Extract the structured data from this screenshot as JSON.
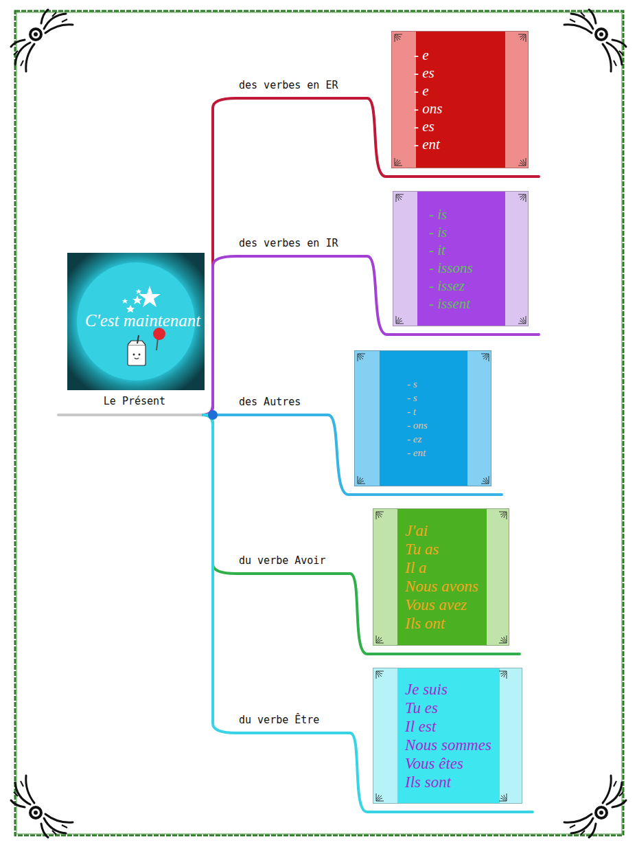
{
  "diagram": {
    "nodes": [
      {
        "text": [
          "C'est maintenant",
          "Le Présent"
        ]
      },
      {
        "text": [
          "- e",
          "- es",
          "- e",
          "- ons",
          "- es",
          "- ent"
        ]
      },
      {
        "text": [
          "- is",
          "- is",
          "- it",
          "- issons",
          "- issez",
          "- issent"
        ]
      },
      {
        "text": [
          "- s",
          "- s",
          "- t",
          "- ons",
          "- ez",
          "- ent"
        ]
      },
      {
        "text": [
          "J'ai",
          "Tu as",
          "Il a",
          "Nous avons",
          "Vous avez",
          "Ils ont"
        ]
      },
      {
        "text": [
          "Je suis",
          "Tu es",
          "Il est",
          "Nous sommes",
          "Vous êtes",
          "Ils sont"
        ]
      }
    ],
    "edges": [
      {
        "from": 0,
        "to": 1,
        "arrow": "none",
        "label": "des verbes en ER"
      },
      {
        "from": 0,
        "to": 2,
        "arrow": "none",
        "label": "des verbes  en IR"
      },
      {
        "from": 0,
        "to": 3,
        "arrow": "none",
        "label": "des Autres"
      },
      {
        "from": 0,
        "to": 4,
        "arrow": "none",
        "label": "du verbe Avoir"
      },
      {
        "from": 0,
        "to": 5,
        "arrow": "none",
        "label": "du verbe Être"
      }
    ]
  }
}
